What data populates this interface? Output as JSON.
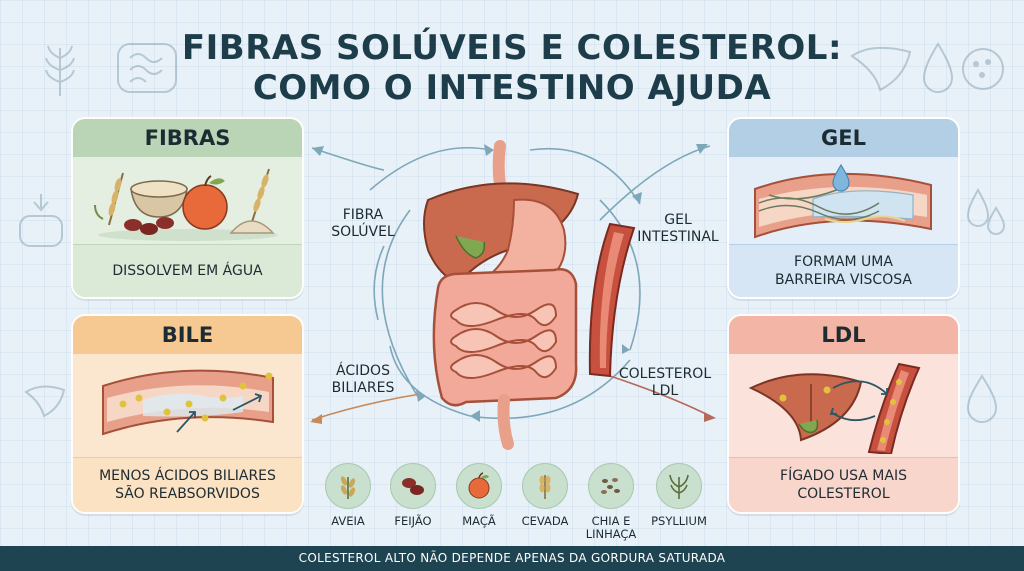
{
  "title_line1": "FIBRAS SOLÚVEIS E COLESTEROL:",
  "title_line2": "COMO O INTESTINO AJUDA",
  "cards": {
    "fibras": {
      "title": "FIBRAS",
      "caption": "DISSOLVEM EM ÁGUA"
    },
    "bile": {
      "title": "BILE",
      "caption_line1": "MENOS ÁCIDOS BILIARES",
      "caption_line2": "SÃO REABSORVIDOS"
    },
    "gel": {
      "title": "GEL",
      "caption_line1": "FORMAM UMA",
      "caption_line2": "BARREIRA VISCOSA"
    },
    "ldl": {
      "title": "LDL",
      "caption_line1": "FÍGADO USA MAIS",
      "caption_line2": "COLESTEROL"
    }
  },
  "labels": {
    "fibra_1": "FIBRA",
    "fibra_2": "SOLÚVEL",
    "gel_1": "GEL",
    "gel_2": "INTESTINAL",
    "acidos_1": "ÁCIDOS",
    "acidos_2": "BILIARES",
    "colesterol_1": "COLESTEROL",
    "colesterol_2": "LDL"
  },
  "foods": [
    {
      "name": "AVEIA",
      "icon": "oat-icon"
    },
    {
      "name": "FEIJÃO",
      "icon": "bean-icon"
    },
    {
      "name": "MAÇÃ",
      "icon": "apple-icon"
    },
    {
      "name": "CEVADA",
      "icon": "barley-icon"
    },
    {
      "name_line1": "CHIA E",
      "name_line2": "LINHAÇA",
      "icon": "seeds-icon"
    },
    {
      "name": "PSYLLIUM",
      "icon": "psyllium-icon"
    }
  ],
  "footer": "COLESTEROL ALTO NÃO DEPENDE APENAS DA GORDURA SATURADA",
  "colors": {
    "green": "#b9d5b6",
    "orange": "#f6c892",
    "blue": "#b3cfe6",
    "red": "#f3b6a6",
    "navy": "#1f4451",
    "liver": "#c96a4f",
    "intestine": "#f2a999"
  }
}
